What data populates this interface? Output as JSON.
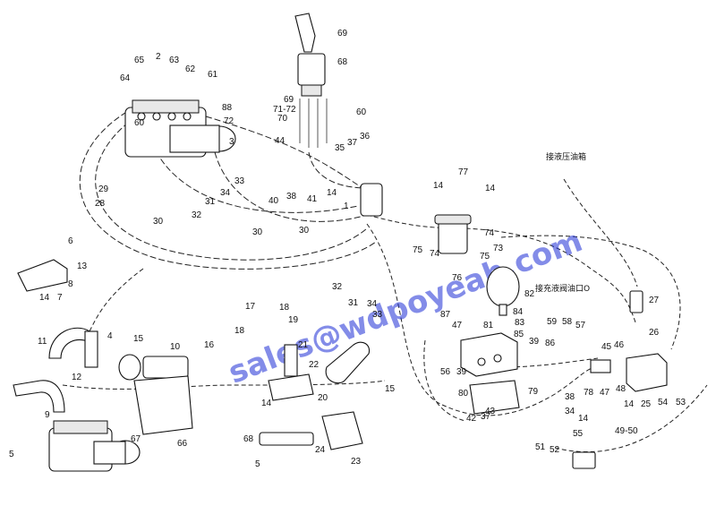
{
  "watermark": "sales@wdpoyeah.com",
  "labels_cn": {
    "to_return_tank": "接液压油箱",
    "to_charge_valve": "接充液阀油口O"
  },
  "part_numbers": [
    "69",
    "68",
    "65",
    "2",
    "63",
    "62",
    "61",
    "64",
    "60",
    "88",
    "72",
    "3",
    "69",
    "71-72",
    "70",
    "60",
    "44",
    "35",
    "37",
    "36",
    "14",
    "29",
    "28",
    "33",
    "34",
    "31",
    "32",
    "40",
    "38",
    "41",
    "30",
    "30",
    "30",
    "1",
    "77",
    "14",
    "14",
    "6",
    "13",
    "8",
    "7",
    "14",
    "75",
    "74",
    "75",
    "74",
    "73",
    "76",
    "82",
    "27",
    "59",
    "58",
    "57",
    "87",
    "84",
    "83",
    "85",
    "47",
    "81",
    "56",
    "39",
    "39",
    "86",
    "45",
    "46",
    "26",
    "78",
    "47",
    "48",
    "14",
    "25",
    "54",
    "53",
    "34",
    "32",
    "31",
    "33",
    "19",
    "18",
    "17",
    "18",
    "16",
    "21",
    "22",
    "11",
    "4",
    "15",
    "10",
    "9",
    "12",
    "15",
    "20",
    "14",
    "80",
    "79",
    "42",
    "37",
    "43",
    "38",
    "34",
    "14",
    "55",
    "51",
    "52",
    "49-50",
    "67",
    "66",
    "5",
    "24",
    "23",
    "5",
    "68"
  ],
  "colors": {
    "ink": "#111111",
    "watermark": "#1e2fd6"
  }
}
